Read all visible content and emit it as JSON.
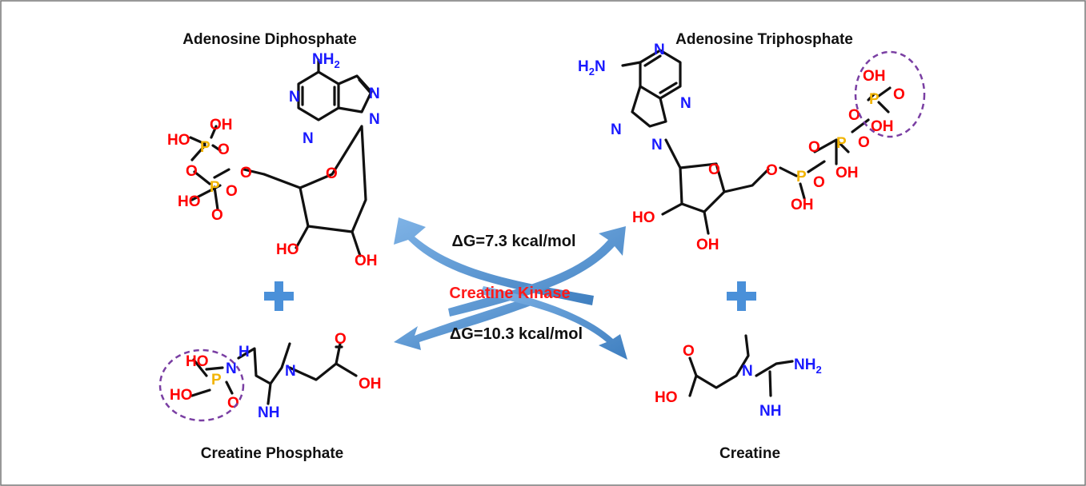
{
  "molecules": {
    "adp": {
      "name": "Adenosine Diphosphate"
    },
    "atp": {
      "name": "Adenosine Triphosphate"
    },
    "creatine_phosphate": {
      "name": "Creatine Phosphate"
    },
    "creatine": {
      "name": "Creatine"
    }
  },
  "reaction": {
    "enzyme": "Creatine Kinase",
    "dg_forward": "ΔG=7.3 kcal/mol",
    "dg_reverse": "ΔG=10.3 kcal/mol"
  },
  "atom_labels": {
    "nh2": "NH",
    "nh2_sub": "2",
    "h2n": "H",
    "h2n_sub": "2",
    "h2n_tail": "N",
    "n": "N",
    "o": "O",
    "oh": "OH",
    "ho": "HO",
    "p": "P",
    "h": "H",
    "nh": "NH"
  },
  "colors": {
    "oxygen": "#ff0000",
    "nitrogen": "#1a1aff",
    "phosphorus": "#f2b400",
    "arrow": "#5b9bd5",
    "plus": "#4a90d9",
    "highlight": "#7a3fa3",
    "enzyme_text": "#ff1a1a"
  }
}
